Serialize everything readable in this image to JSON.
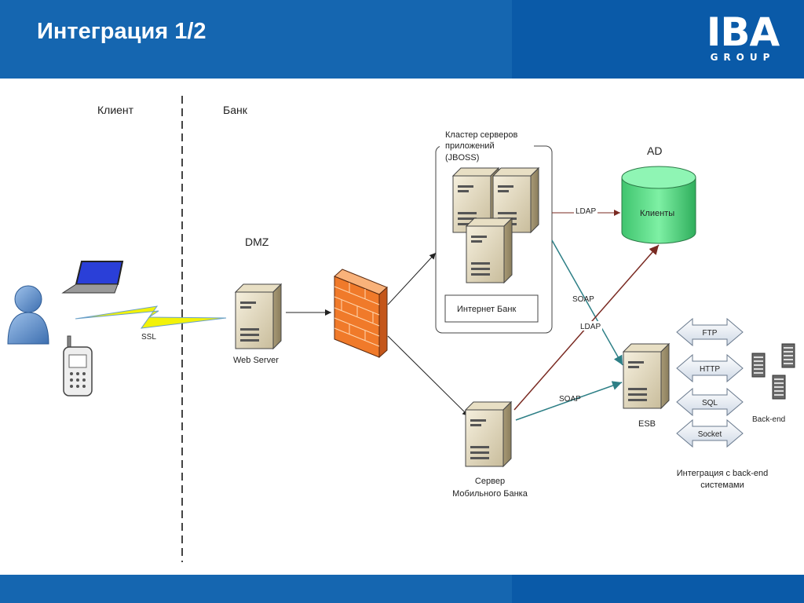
{
  "header": {
    "title": "Интеграция 1/2",
    "logo_main": "IBA",
    "logo_sub": "GROUP"
  },
  "zones": {
    "client": "Клиент",
    "bank": "Банк",
    "dmz": "DMZ"
  },
  "nodes": {
    "ssl": "SSL",
    "web_server": "Web Server",
    "cluster_label": [
      "Кластер серверов",
      "приложений",
      "(JBOSS)"
    ],
    "internet_bank": "Интернет Банк",
    "ad": "AD",
    "clients_db": "Клиенты",
    "esb": "ESB",
    "mobile_server": [
      "Сервер",
      "Мобильного Банка"
    ],
    "backend": "Back-end",
    "backend_caption": [
      "Интеграция с back-end",
      "системами"
    ]
  },
  "edges": {
    "ldap_top": "LDAP",
    "soap_cluster_esb": "SOAP",
    "ldap_mobile_ad": "LDAP",
    "soap_mobile_esb": "SOAP"
  },
  "protocols": [
    "FTP",
    "HTTP",
    "SQL",
    "Socket"
  ],
  "colors": {
    "header_blue": "#1566b0",
    "firewall": "#f07a2a",
    "db_green": "#49d27a",
    "laptop_screen": "#2a3fd8",
    "ssl_bolt": "#f2f20a",
    "arrow_teal": "#2d7f86",
    "arrow_darkred": "#7a2a22"
  }
}
